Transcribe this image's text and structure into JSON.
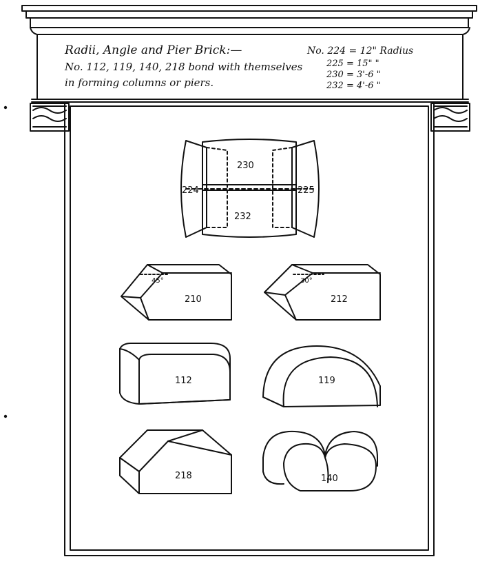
{
  "header": {
    "title": "Radii, Angle and Pier Brick:—",
    "line2": "No. 112, 119, 140, 218 bond with themselves",
    "line3": "in forming columns or piers.",
    "radius_list": [
      "No. 224 = 12\" Radius",
      "225 = 15\" \"",
      "230 = 3'-6 \"",
      "232 = 4'-6 \""
    ]
  },
  "bricks": {
    "b230": "230",
    "b232": "232",
    "b224": "224",
    "b225": "225",
    "b210": "210",
    "b212": "212",
    "b112": "112",
    "b119": "119",
    "b218": "218",
    "b140": "140",
    "angle_45": "45°",
    "angle_30": "30°"
  },
  "colors": {
    "ink": "#111111",
    "paper": "#ffffff"
  }
}
